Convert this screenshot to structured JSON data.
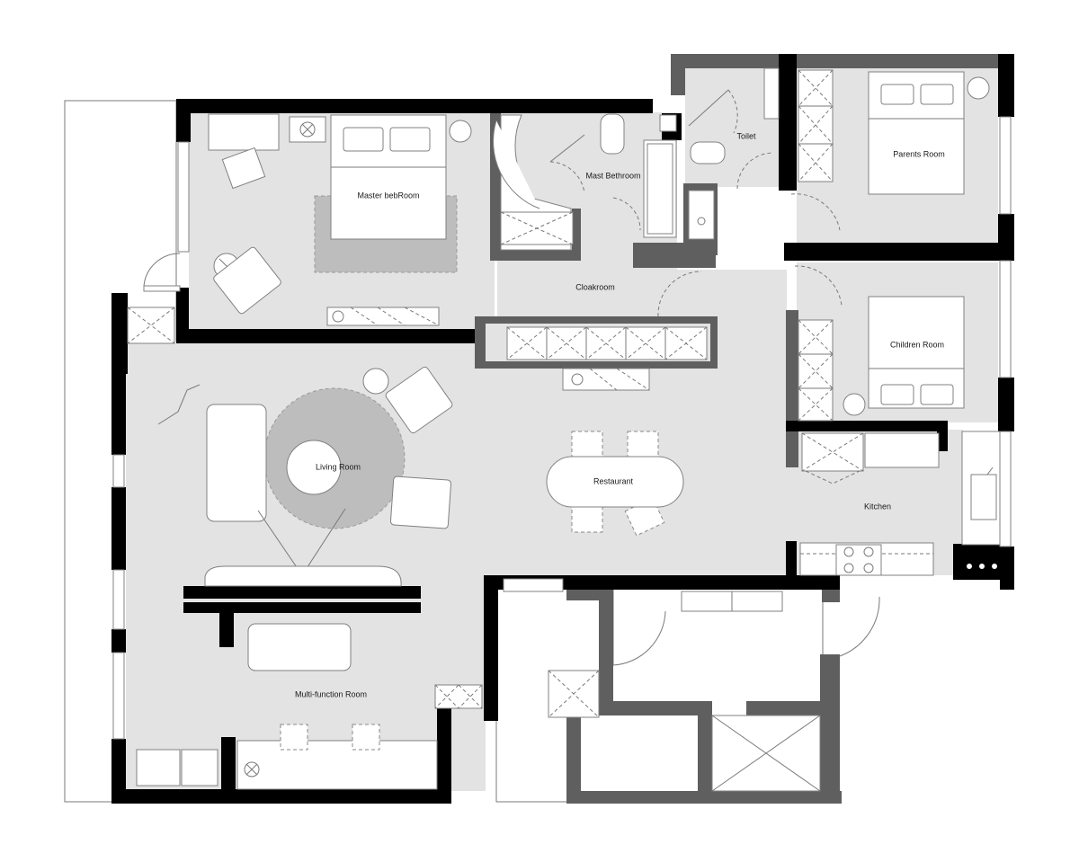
{
  "rooms": {
    "master_bedroom": "Master bebRoom",
    "master_bathroom": "Mast Bethroom",
    "toilet": "Toilet",
    "parents_room": "Parents Room",
    "cloakroom": "Cloakroom",
    "children_room": "Children Room",
    "living_room": "Living Room",
    "restaurant": "Restaurant",
    "kitchen": "Kitchen",
    "multifunction_room": "Multi-function Room"
  },
  "colors": {
    "wall": "#000000",
    "wall_secondary": "#5f5f5f",
    "floor": "#e3e3e3",
    "furniture": "#ffffff",
    "rug": "#bdbdbd",
    "outline": "#808080"
  }
}
